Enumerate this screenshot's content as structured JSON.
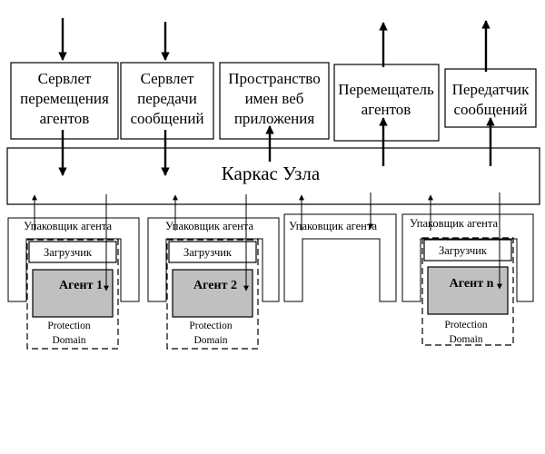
{
  "components": {
    "agent_transfer_servlet": [
      "Сервлет",
      "перемещения",
      "агентов"
    ],
    "message_servlet": [
      "Сервлет",
      "передачи",
      "сообщений"
    ],
    "web_namespace": [
      "Пространство",
      "имен веб",
      "приложения"
    ],
    "agent_mover": [
      "Перемещатель",
      "агентов"
    ],
    "message_sender": [
      "Передатчик",
      "сообщений"
    ]
  },
  "framework": {
    "label": "Каркас Узла"
  },
  "wrappers": [
    {
      "label": "Упаковщик агента",
      "loader": "Загрузчик",
      "agent": "Агент 1",
      "domain": [
        "Protection",
        "Domain"
      ]
    },
    {
      "label": "Упаковщик агента",
      "loader": "Загрузчик",
      "agent": "Агент 2",
      "domain": [
        "Protection",
        "Domain"
      ]
    },
    {
      "label": "Упаковщик агента"
    },
    {
      "label": "Упаковщик агента",
      "loader": "Загрузчик",
      "agent": "Агент n",
      "domain": [
        "Protection",
        "Domain"
      ]
    }
  ],
  "colors": {
    "agent_fill": "#c0c0c0",
    "line": "#000000",
    "background": "#ffffff"
  }
}
